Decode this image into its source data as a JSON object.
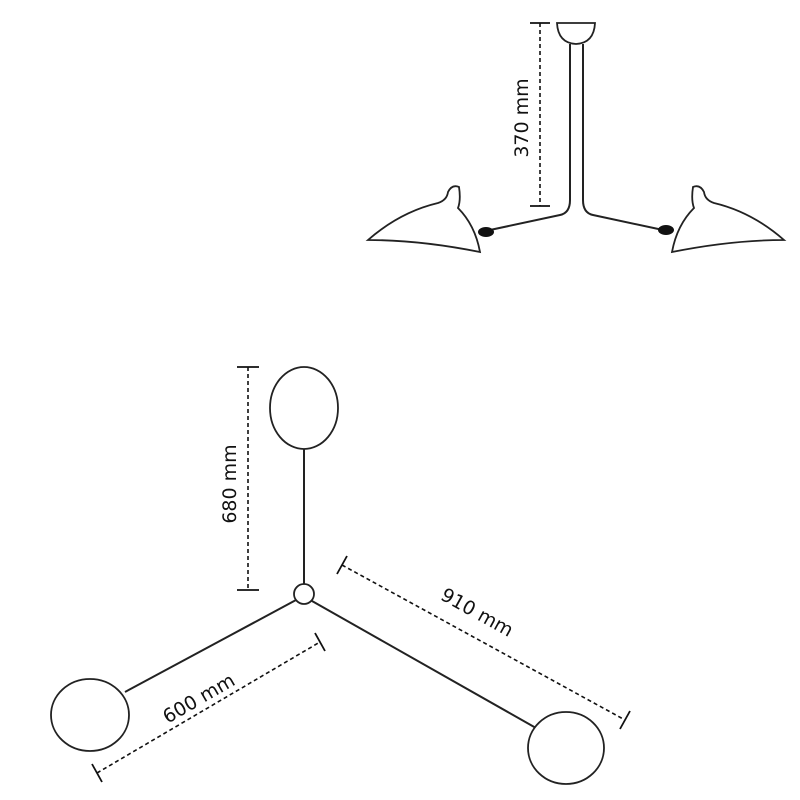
{
  "side_view": {
    "height_label": "370 mm"
  },
  "top_view": {
    "arm_top_label": "680 mm",
    "arm_left_label": "600 mm",
    "arm_right_label": "910 mm"
  },
  "colors": {
    "line": "#222222",
    "background": "#ffffff"
  }
}
